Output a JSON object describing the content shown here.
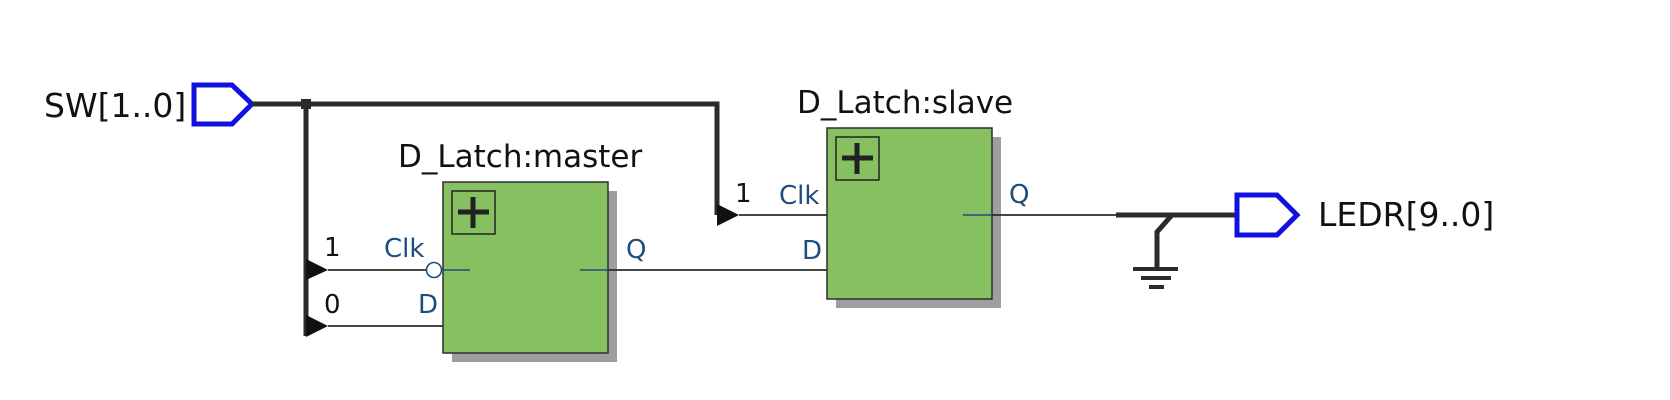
{
  "ports": {
    "input": {
      "label": "SW[1..0]"
    },
    "output": {
      "label": "LEDR[9..0]"
    }
  },
  "instances": {
    "master": {
      "name": "D_Latch:master",
      "pins": {
        "clk": "Clk",
        "d": "D",
        "q": "Q"
      },
      "clk_inverted": true,
      "bus_index_clk": "1",
      "bus_index_d": "0"
    },
    "slave": {
      "name": "D_Latch:slave",
      "pins": {
        "clk": "Clk",
        "d": "D",
        "q": "Q"
      },
      "clk_inverted": false,
      "bus_index_clk": "1"
    }
  },
  "colors": {
    "port_outline": "#1010e0",
    "block_fill": "#86c061",
    "pin_text": "#1d4e7a",
    "wire": "#2b2b2b"
  },
  "icons": [
    "input-port-icon",
    "output-port-icon",
    "expand-plus-icon",
    "ground-icon",
    "bus-tap-arrow-icon",
    "inverter-bubble-icon"
  ]
}
